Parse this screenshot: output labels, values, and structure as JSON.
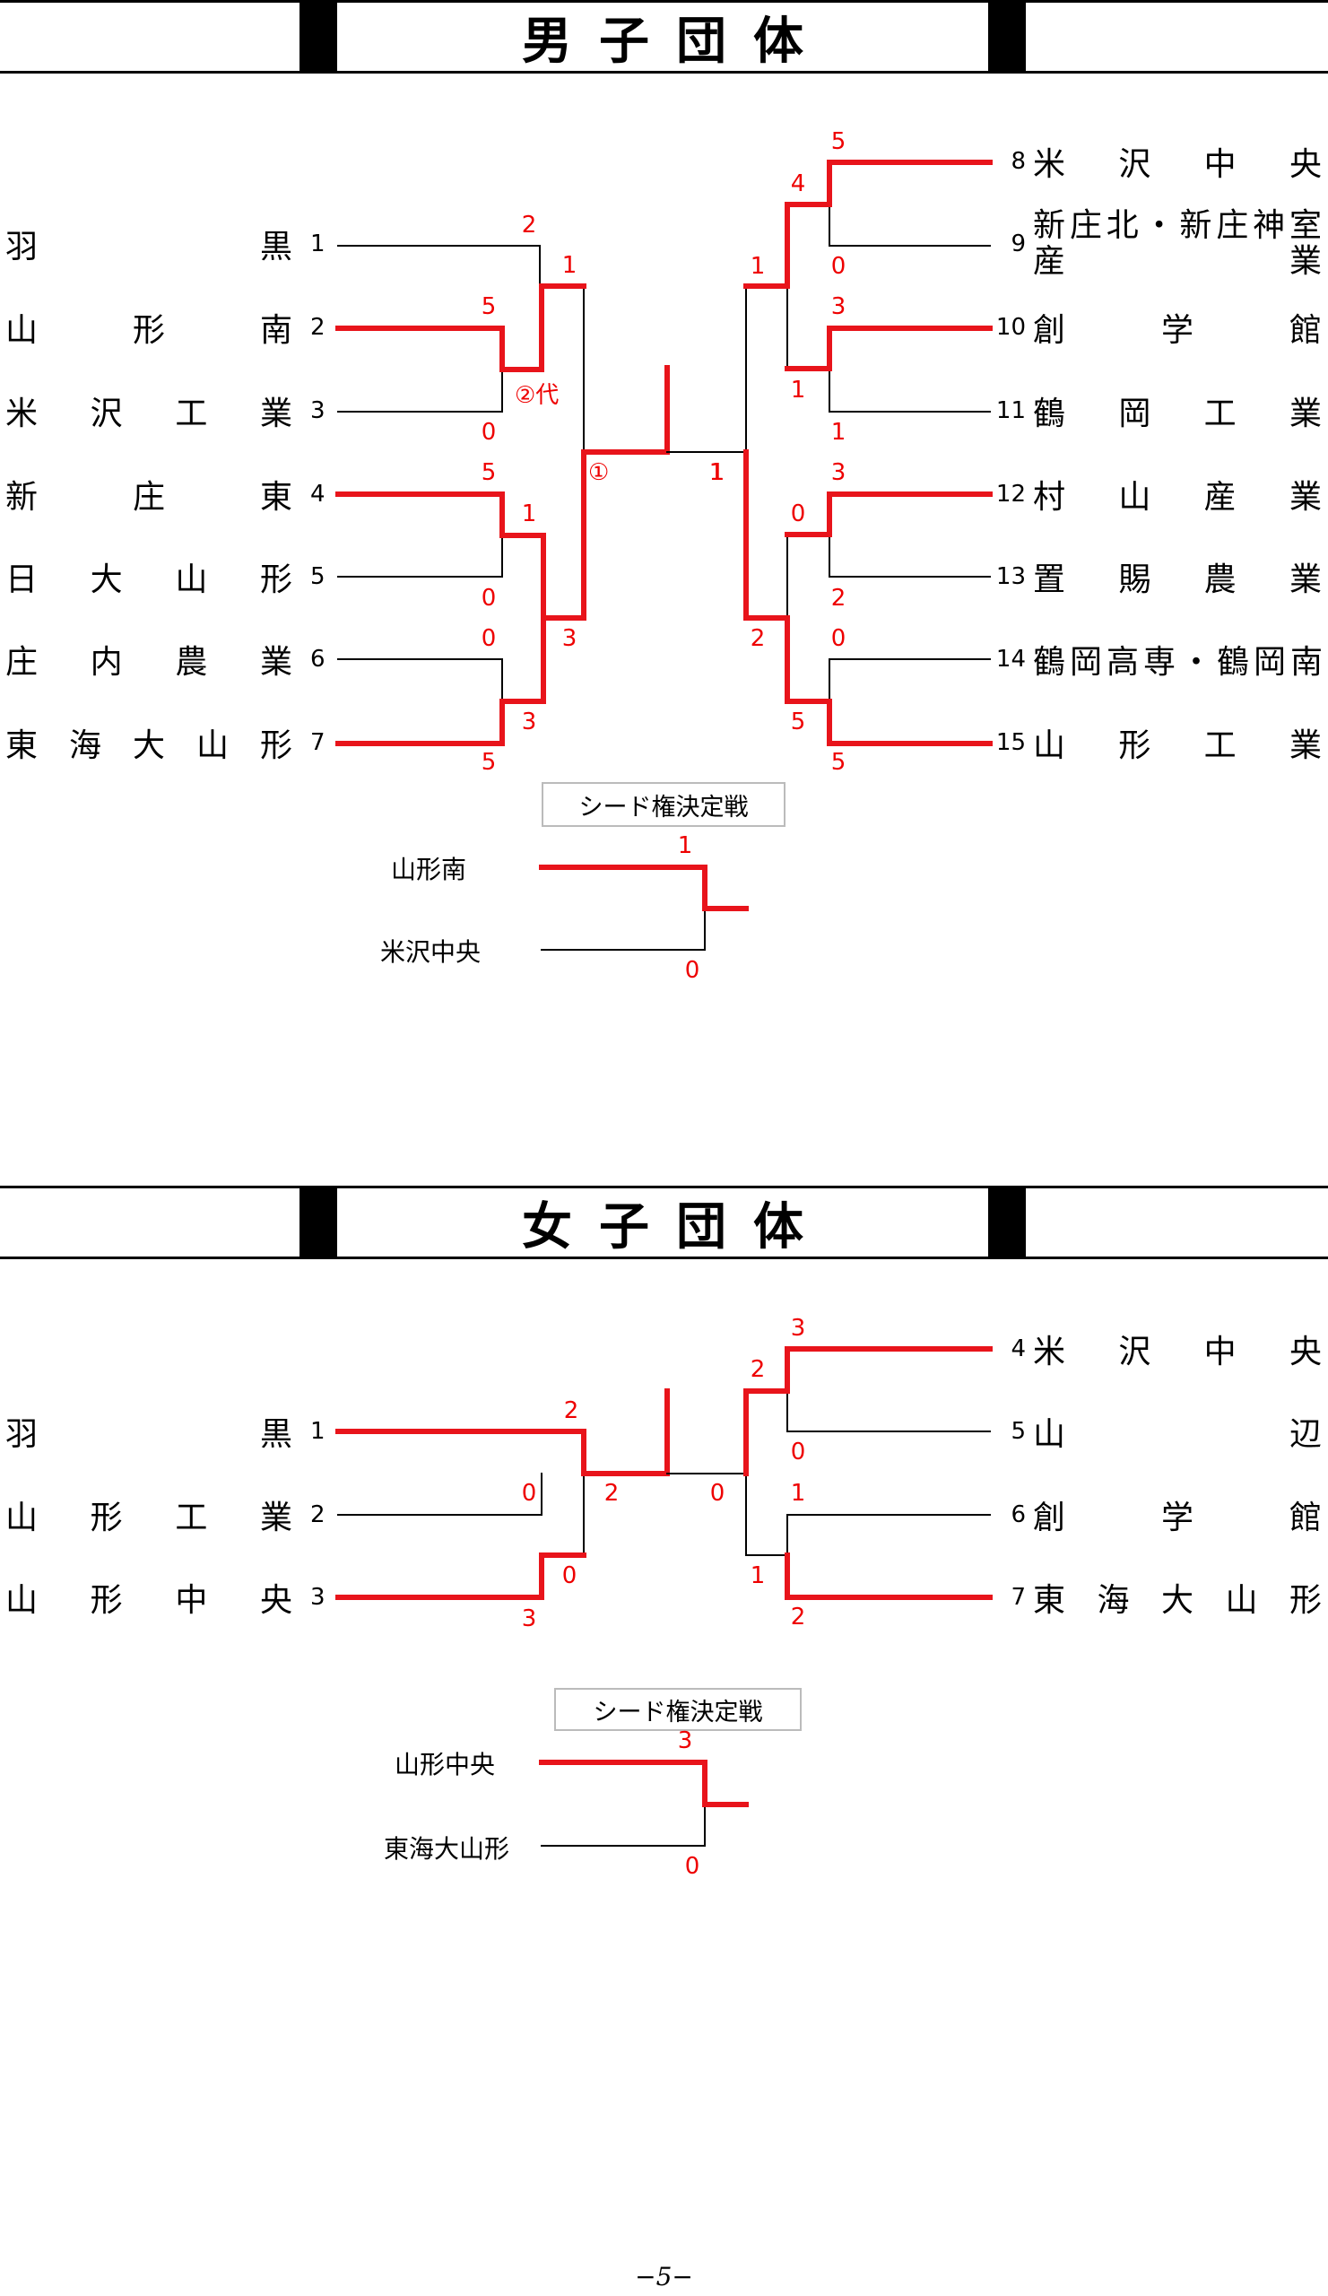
{
  "boys": {
    "title": "男子団体",
    "left_teams": [
      {
        "seed": "1",
        "name": "羽黒"
      },
      {
        "seed": "2",
        "name": "山形南"
      },
      {
        "seed": "3",
        "name": "米沢工業"
      },
      {
        "seed": "4",
        "name": "新庄東"
      },
      {
        "seed": "5",
        "name": "日大山形"
      },
      {
        "seed": "6",
        "name": "庄内農業"
      },
      {
        "seed": "7",
        "name": "東海大山形"
      }
    ],
    "right_teams": [
      {
        "seed": "8",
        "name": "米沢中央"
      },
      {
        "seed": "9",
        "name": "新庄北・新庄神室産業"
      },
      {
        "seed": "10",
        "name": "創学館"
      },
      {
        "seed": "11",
        "name": "鶴岡工業"
      },
      {
        "seed": "12",
        "name": "村山産業"
      },
      {
        "seed": "13",
        "name": "置賜農業"
      },
      {
        "seed": "14",
        "name": "鶴岡高専・鶴岡南"
      },
      {
        "seed": "15",
        "name": "山形工業"
      }
    ],
    "notes": {
      "rep2": "②代",
      "rep1": "①"
    },
    "playoff": {
      "title": "シード権決定戦",
      "team_a": "山形南",
      "score_a": "1",
      "team_b": "米沢中央",
      "score_b": "0"
    }
  },
  "girls": {
    "title": "女子団体",
    "left_teams": [
      {
        "seed": "1",
        "name": "羽黒"
      },
      {
        "seed": "2",
        "name": "山形工業"
      },
      {
        "seed": "3",
        "name": "山形中央"
      }
    ],
    "right_teams": [
      {
        "seed": "4",
        "name": "米沢中央"
      },
      {
        "seed": "5",
        "name": "山辺"
      },
      {
        "seed": "6",
        "name": "創学館"
      },
      {
        "seed": "7",
        "name": "東海大山形"
      }
    ],
    "playoff": {
      "title": "シード権決定戦",
      "team_a": "山形中央",
      "score_a": "3",
      "team_b": "東海大山形",
      "score_b": "0"
    }
  },
  "scores": {
    "b1": "2",
    "b2": "5",
    "b3": "0",
    "b4": "1",
    "b5": "5",
    "b6": "1",
    "b7": "0",
    "b8": "0",
    "b9": "3",
    "b10": "5",
    "b11": "3",
    "b12": "1",
    "b13": "5",
    "b14": "4",
    "b15": "0",
    "b16": "1",
    "b17": "3",
    "b18": "1",
    "b19": "1",
    "b20": "1",
    "b21": "3",
    "b22": "0",
    "b23": "2",
    "b24": "2",
    "b25": "0",
    "b26": "5",
    "b27": "5",
    "g1": "2",
    "g2": "0",
    "g3": "0",
    "g4": "2",
    "g5": "3",
    "g6": "3",
    "g7": "2",
    "g8": "0",
    "g9": "1",
    "g10": "0",
    "g11": "1",
    "g12": "2"
  },
  "colors": {
    "win": "#e8141b",
    "line": "#000000"
  },
  "footer": "−5−"
}
